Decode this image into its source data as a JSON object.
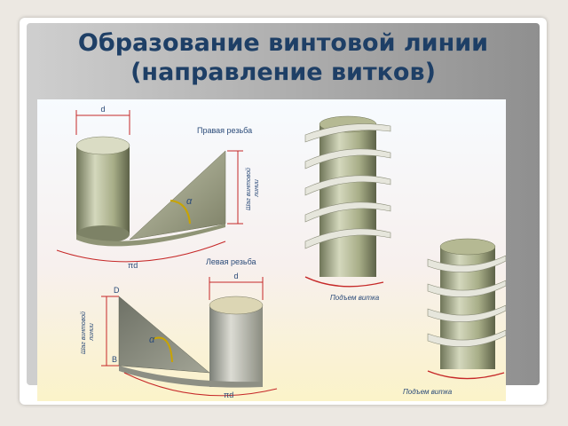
{
  "slide": {
    "title_line1": "Образование винтовой линии",
    "title_line2": "(направление витков)"
  },
  "figure": {
    "right_thread_label": "Правая резьба",
    "left_thread_label": "Левая резьба",
    "pitch_label_line1": "Шаг винтовой",
    "pitch_label_line2": "линии",
    "diameter_label": "d",
    "circumference_label": "πd",
    "angle_label": "α",
    "point_d_label": "D",
    "point_b_label": "B",
    "turn_rise_label": "Подъем витка"
  },
  "colors": {
    "title": "#1e3f66",
    "cylinder": "#a7ad87",
    "triangle": "#8d8f7c",
    "dimension_line": "#c62828",
    "text_blue": "#2a4a78"
  }
}
